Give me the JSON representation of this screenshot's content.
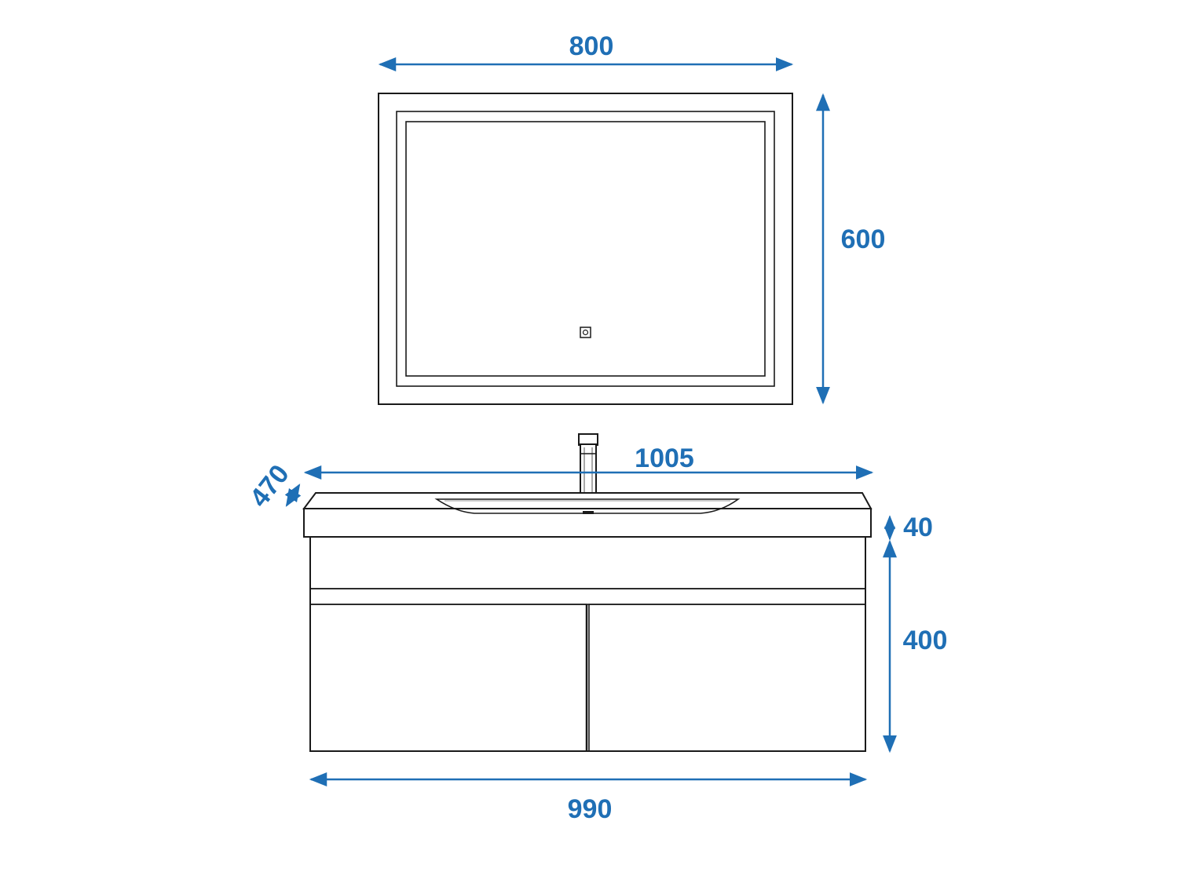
{
  "colors": {
    "dimension": "#1f6fb5",
    "outline": "#1a1a1a"
  },
  "dimensions": {
    "mirror_width": "800",
    "mirror_height": "600",
    "basin_width": "1005",
    "basin_depth": "470",
    "countertop_thickness": "40",
    "cabinet_height": "400",
    "cabinet_width": "990"
  },
  "icons": {
    "mirror_switch": "touch-switch-icon",
    "faucet": "faucet-icon"
  }
}
